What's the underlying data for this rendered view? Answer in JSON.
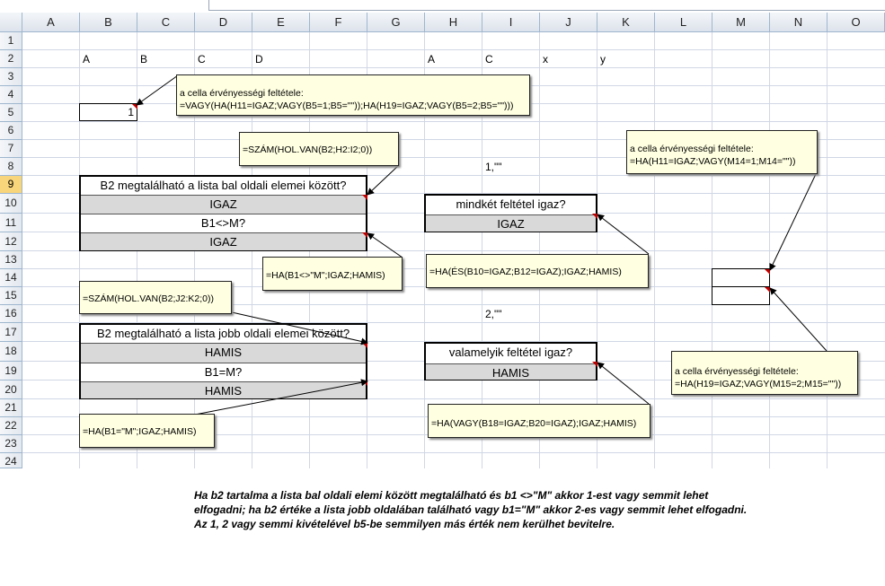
{
  "columns": [
    "A",
    "B",
    "C",
    "D",
    "E",
    "F",
    "G",
    "H",
    "I",
    "J",
    "K",
    "L",
    "M",
    "N",
    "O"
  ],
  "rows": [
    "1",
    "2",
    "3",
    "4",
    "5",
    "6",
    "7",
    "8",
    "9",
    "10",
    "11",
    "12",
    "13",
    "14",
    "15",
    "16",
    "17",
    "18",
    "19",
    "20",
    "21",
    "22",
    "23",
    "24"
  ],
  "row2_cells": {
    "B": "A",
    "C": "B",
    "D": "C",
    "E": "D",
    "H": "A",
    "I": "C",
    "J": "x",
    "K": "y"
  },
  "cell_b5": "1",
  "label_i8": "1,\"\"",
  "label_i16": "2,\"\"",
  "table_left_top": {
    "header": "B2 megtalálható a lista bal oldali elemei között?",
    "row1": "IGAZ",
    "row2": "B1<>M?",
    "row3": "IGAZ"
  },
  "table_left_bottom": {
    "header": "B2 megtalálható a lista jobb oldali elemei között?",
    "row1": "HAMIS",
    "row2": "B1=M?",
    "row3": "HAMIS"
  },
  "table_right_top": {
    "header": "mindkét feltétel igaz?",
    "row1": "IGAZ"
  },
  "table_right_bottom": {
    "header": "valamelyik feltétel igaz?",
    "row1": "HAMIS"
  },
  "notes": {
    "b5_line1": "a cella érvényességi feltétele:",
    "b5_line2": "=VAGY(HA(H11=IGAZ;VAGY(B5=1;B5=\"\"));HA(H19=IGAZ;VAGY(B5=2;B5=\"\")))",
    "e7": "=SZÁM(HOL.VAN(B2;H2:I2;0))",
    "e14": "=HA(B1<>\"M\";IGAZ;HAMIS)",
    "b15": "=SZÁM(HOL.VAN(B2;J2:K2;0))",
    "b22": "=HA(B1=\"M\";IGAZ;HAMIS)",
    "h14": "=HA(ÉS(B10=IGAZ;B12=IGAZ);IGAZ;HAMIS)",
    "h22": "=HA(VAGY(B18=IGAZ;B20=IGAZ);IGAZ;HAMIS)",
    "m14_line1": "a cella érvényességi feltétele:",
    "m14_line2": "=HA(H11=IGAZ;VAGY(M14=1;M14=\"\"))",
    "m15_line1": "a cella érvényességi feltétele:",
    "m15_line2": "=HA(H19=IGAZ;VAGY(M15=2;M15=\"\"))"
  },
  "bottom_text": {
    "line1": "Ha b2 tartalma a lista bal oldali elemi között megtalálható és b1 <>\"M\" akkor 1-est vagy semmit lehet",
    "line2": "elfogadni; ha b2 értéke a lista jobb oldalában található vagy b1=\"M\" akkor 2-es vagy semmit lehet elfogadni.",
    "line3": "Az 1, 2 vagy semmi kivételével b5-be semmilyen más érték nem kerülhet bevitelre."
  },
  "colors": {
    "header_selected": "#f8d47a",
    "comment_bg": "#ffffe1",
    "gray_cell": "#d9d9d9",
    "gridline": "#d0d7e5"
  }
}
